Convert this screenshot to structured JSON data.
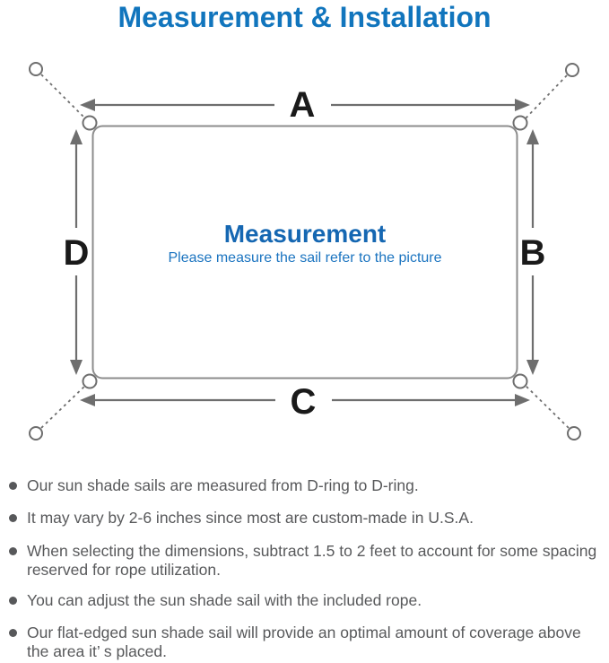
{
  "title": "Measurement & Installation",
  "diagram": {
    "label_a": "A",
    "label_b": "B",
    "label_c": "C",
    "label_d": "D",
    "center_heading": "Measurement",
    "center_subtitle": "Please measure the sail refer to the picture"
  },
  "bullets": [
    "Our sun shade sails are measured from D-ring to D-ring.",
    "It may vary by 2-6 inches since most are custom-made in U.S.A.",
    "When selecting the dimensions, subtract 1.5 to 2 feet to account for some spacing reserved for rope utilization.",
    "You can adjust the sun shade sail with the included rope.",
    "Our flat-edged sun shade sail will provide an optimal amount of coverage above the area it’ s placed."
  ],
  "colors": {
    "accent_blue": "#1175bd",
    "center_blue": "#1567b2",
    "line_gray": "#6e6e6e",
    "text_gray": "#58595b"
  }
}
